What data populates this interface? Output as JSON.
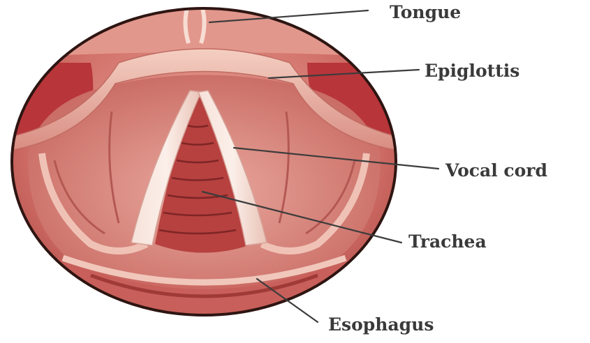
{
  "labels": {
    "tongue": "Tongue",
    "epiglottis": "Epiglottis",
    "vocal_cord": "Vocal cord",
    "trachea": "Trachea",
    "esophagus": "Esophagus"
  },
  "colors": {
    "outline": "#2e1512",
    "outer_tissue": "#c85f5a",
    "inner_tissue": "#e39a90",
    "deep_red": "#a52a2e",
    "pale_pink": "#f2d3c8",
    "label_text": "#3a3a3a"
  }
}
